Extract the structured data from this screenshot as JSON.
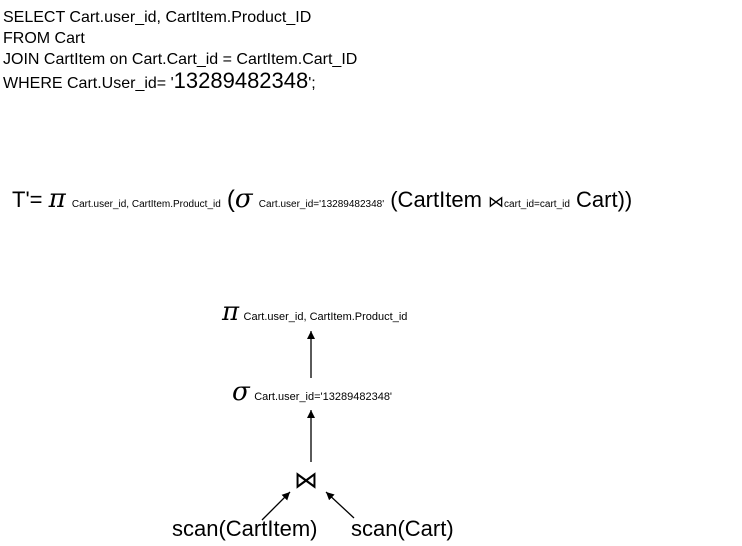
{
  "sql": {
    "line1": "SELECT Cart.user_id, CartItem.Product_ID",
    "line2": "FROM Cart",
    "line3": "JOIN CartItem on Cart.Cart_id = CartItem.Cart_ID",
    "line4_prefix": "WHERE Cart.User_id= '",
    "line4_value": "13289482348",
    "line4_suffix": "';"
  },
  "expression": {
    "lhs": "T'=",
    "pi": "π",
    "pi_sub": "Cart.user_id, CartItem.Product_id",
    "open_paren": "(",
    "sigma": "σ",
    "sigma_sub": "Cart.user_id='13289482348'",
    "inner_open": "(CartItem",
    "join_symbol": "⋈",
    "join_sub": "cart_id=cart_id",
    "inner_close": "Cart))"
  },
  "tree": {
    "projection_symbol": "π",
    "projection_sub": "Cart.user_id, CartItem.Product_id",
    "selection_symbol": "σ",
    "selection_sub": "Cart.user_id='13289482348'",
    "join_symbol": "⋈",
    "left_leaf": "scan(CartItem)",
    "right_leaf": "scan(Cart)"
  }
}
